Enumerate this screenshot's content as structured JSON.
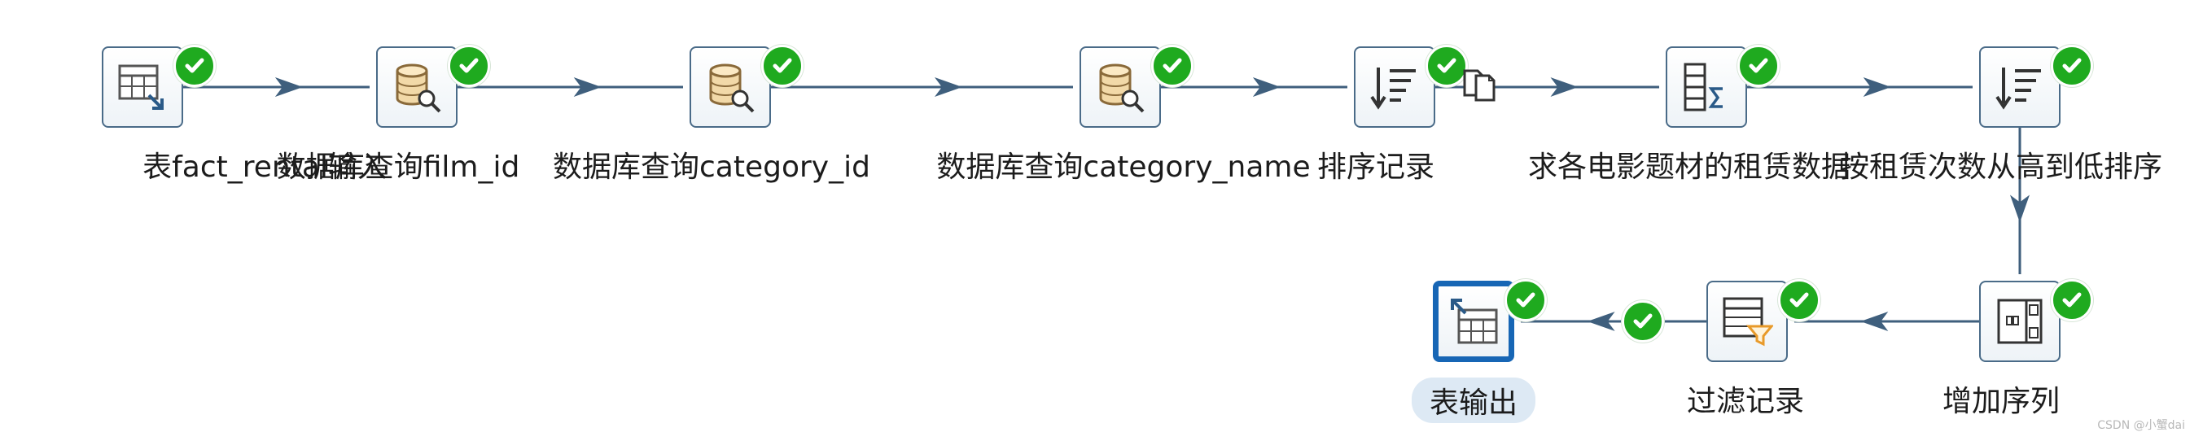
{
  "steps": [
    {
      "id": "s1",
      "label": "表fact_rental输入",
      "icon": "table-input-icon"
    },
    {
      "id": "s2",
      "label": "数据库查询film_id",
      "icon": "database-lookup-icon"
    },
    {
      "id": "s3",
      "label": "数据库查询category_id",
      "icon": "database-lookup-icon"
    },
    {
      "id": "s4",
      "label": "数据库查询category_name",
      "icon": "database-lookup-icon"
    },
    {
      "id": "s5",
      "label": "排序记录",
      "icon": "sort-rows-icon"
    },
    {
      "id": "s6",
      "label": "求各电影题材的租赁数据",
      "icon": "group-by-sum-icon"
    },
    {
      "id": "s7",
      "label": "按租赁次数从高到低排序",
      "icon": "sort-rows-icon"
    },
    {
      "id": "s8",
      "label": "增加序列",
      "icon": "add-sequence-icon"
    },
    {
      "id": "s9",
      "label": "过滤记录",
      "icon": "filter-rows-icon"
    },
    {
      "id": "s10",
      "label": "表输出",
      "icon": "table-output-icon"
    }
  ],
  "hops": [
    {
      "from": "s1",
      "to": "s2"
    },
    {
      "from": "s2",
      "to": "s3"
    },
    {
      "from": "s3",
      "to": "s4"
    },
    {
      "from": "s4",
      "to": "s5"
    },
    {
      "from": "s5",
      "to": "s6",
      "marker": "copy-rows-icon"
    },
    {
      "from": "s6",
      "to": "s7"
    },
    {
      "from": "s7",
      "to": "s8"
    },
    {
      "from": "s8",
      "to": "s9"
    },
    {
      "from": "s9",
      "to": "s10",
      "marker": "success-check-icon"
    }
  ],
  "selected_step": "s10",
  "status_icon": "success-check-icon",
  "colors": {
    "hop": "#3f5f7d",
    "check": "#1faa1f",
    "selected": "#1766b5",
    "selected_label_bg": "#dde9f4"
  },
  "watermark": "CSDN @小蟹dai"
}
